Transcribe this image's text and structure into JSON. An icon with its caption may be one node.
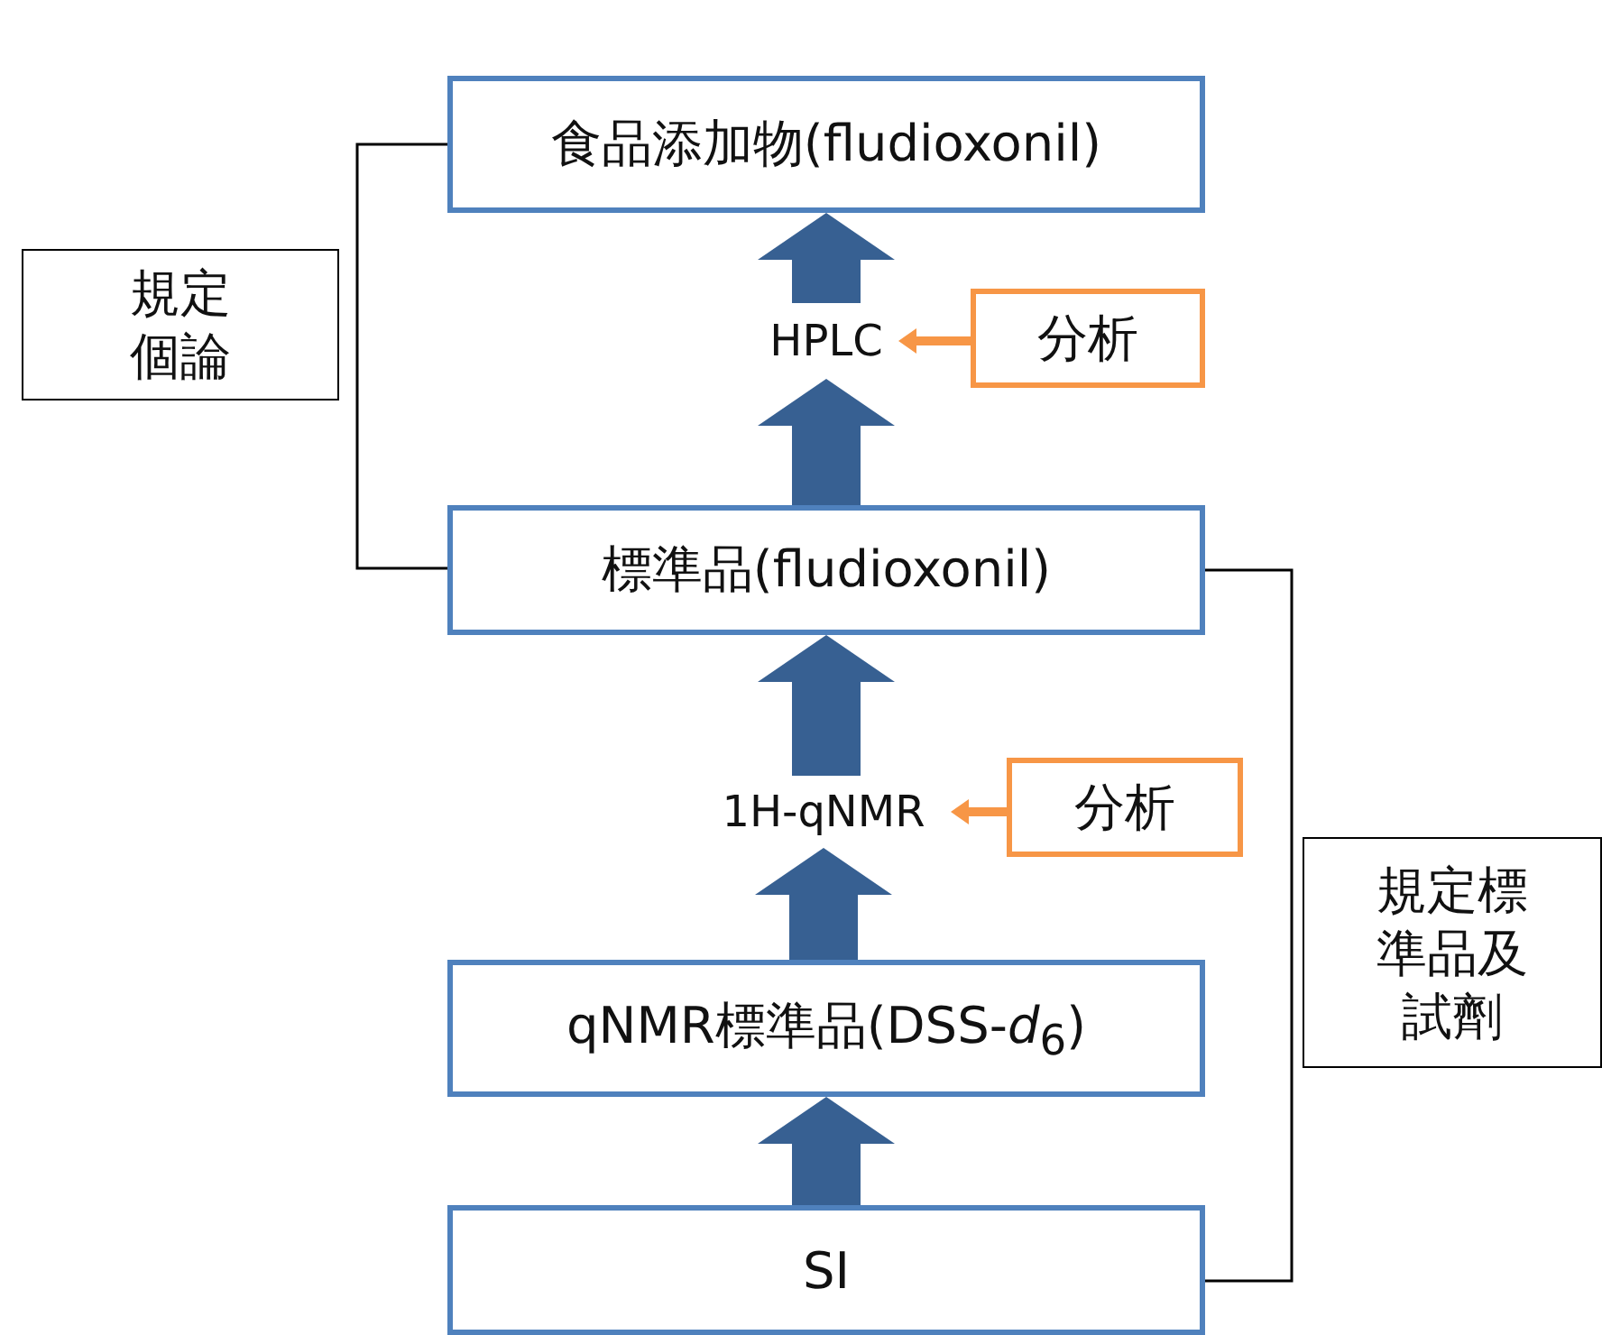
{
  "diagram": {
    "nodes": [
      {
        "text": [
          "食品添加物(fludioxonil)"
        ]
      },
      {
        "text": [
          "規定個論"
        ]
      },
      {
        "text": [
          "HPLC"
        ]
      },
      {
        "text": [
          "分析"
        ]
      },
      {
        "text": [
          "標準品(fludioxonil)"
        ]
      },
      {
        "text": [
          "1H-qNMR"
        ]
      },
      {
        "text": [
          "分析"
        ]
      },
      {
        "text": [
          "規定標準品及試劑"
        ]
      },
      {
        "text": [
          "qNMR標準品(DSS-*d*$_{6}$)"
        ]
      },
      {
        "text": [
          "SI"
        ]
      }
    ],
    "edges": [
      {
        "from": 9,
        "to": 8,
        "arrow": "to"
      },
      {
        "from": 8,
        "to": 5,
        "arrow": "to"
      },
      {
        "from": 5,
        "to": 4,
        "arrow": "to"
      },
      {
        "from": 4,
        "to": 2,
        "arrow": "to"
      },
      {
        "from": 2,
        "to": 0,
        "arrow": "to"
      },
      {
        "from": 3,
        "to": 2,
        "arrow": "to",
        "color": "#f79646"
      },
      {
        "from": 6,
        "to": 5,
        "arrow": "to",
        "color": "#f79646"
      },
      {
        "from": 0,
        "to": 4,
        "arrow": "none",
        "color": "#000000"
      },
      {
        "from": 4,
        "to": 9,
        "arrow": "none",
        "color": "#000000"
      }
    ]
  }
}
